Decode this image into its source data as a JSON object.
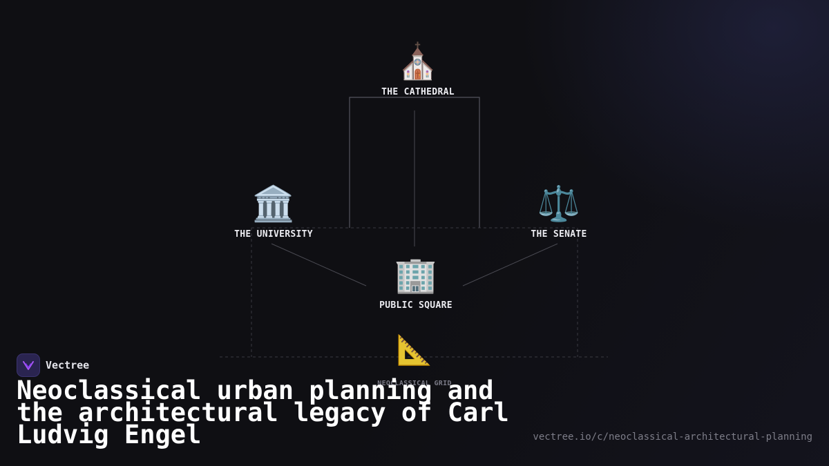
{
  "diagram": {
    "nodes": {
      "cathedral": {
        "icon": "⛪",
        "label": "THE CATHEDRAL"
      },
      "university": {
        "icon": "🏛️",
        "label": "THE UNIVERSITY"
      },
      "senate": {
        "icon": "⚖️",
        "label": "THE SENATE"
      },
      "square": {
        "icon": "🏢",
        "label": "PUBLIC SQUARE"
      },
      "grid": {
        "icon": "📐",
        "label": "NEOCLASSICAL GRID"
      }
    }
  },
  "brand": {
    "name": "Vectree",
    "logo_icon": "vectree-logo-icon"
  },
  "title": "Neoclassical urban planning and the architectural legacy of Carl Ludvig Engel",
  "url": "vectree.io/c/neoclassical-architectural-planning",
  "colors": {
    "background": "#0f0f13",
    "accent": "#a855f7",
    "line": "#4a4a52"
  }
}
